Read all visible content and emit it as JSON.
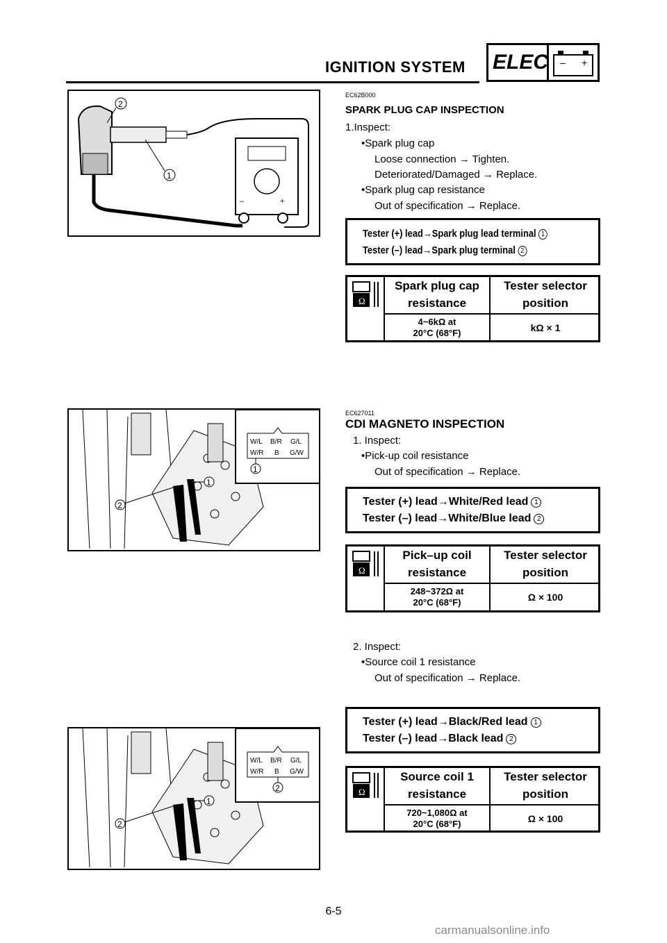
{
  "header": {
    "title": "IGNITION SYSTEM",
    "badge": "ELEC",
    "badge_minus": "–",
    "badge_plus": "+"
  },
  "spark": {
    "code": "EC62B000",
    "heading": "SPARK PLUG CAP INSPECTION",
    "step": "1.Inspect:",
    "item1": "•Spark plug cap",
    "item1_a": "Loose connection → Tighten.",
    "item1_b": "Deteriorated/Damaged → Replace.",
    "item2": "•Spark plug cap resistance",
    "item2_a": "Out of specification → Replace.",
    "tester_pos": "Tester (+) lead→Spark plug lead terminal",
    "tester_neg": "Tester (–) lead→Spark plug terminal",
    "tester_pos_num": "1",
    "tester_neg_num": "2",
    "spec_col1_l1": "Spark plug cap",
    "spec_col1_l2": "resistance",
    "spec_col2_l1": "Tester selector",
    "spec_col2_l2": "position",
    "spec_val1_l1": "4~6kΩ at",
    "spec_val1_l2": "20°C (68°F)",
    "spec_val2": "kΩ × 1",
    "fig_label_1": "1",
    "fig_label_2": "2",
    "meter_minus": "–",
    "meter_plus": "+"
  },
  "cdi": {
    "code": "EC627011",
    "heading": "CDI MAGNETO INSPECTION",
    "step1": "1.  Inspect:",
    "s1_item": "•Pick-up coil resistance",
    "s1_item_a": "Out of specification → Replace.",
    "s1_tester_pos": "Tester (+) lead→White/Red lead",
    "s1_tester_neg": "Tester (–) lead→White/Blue lead",
    "s1_pos_num": "1",
    "s1_neg_num": "2",
    "s1_col1_l1": "Pick–up coil",
    "s1_col1_l2": "resistance",
    "s1_col2_l1": "Tester selector",
    "s1_col2_l2": "position",
    "s1_val1_l1": "248~372Ω at",
    "s1_val1_l2": "20°C (68°F)",
    "s1_val2": "Ω × 100",
    "step2": "2.  Inspect:",
    "s2_item": "•Source coil 1 resistance",
    "s2_item_a": "Out of specification → Replace.",
    "s2_tester_pos": "Tester (+) lead→Black/Red lead",
    "s2_tester_neg": "Tester (–) lead→Black lead",
    "s2_pos_num": "1",
    "s2_neg_num": "2",
    "s2_col1_l1": "Source coil 1",
    "s2_col1_l2": "resistance",
    "s2_col2_l1": "Tester selector",
    "s2_col2_l2": "position",
    "s2_val1_l1": "720~1,080Ω at",
    "s2_val1_l2": "20°C (68°F)",
    "s2_val2": "Ω × 100",
    "connector": {
      "r1": [
        "W/L",
        "B/R",
        "G/L"
      ],
      "r2": [
        "W/R",
        "B",
        "G/W"
      ]
    },
    "fig_label_1": "1",
    "fig_label_2": "2"
  },
  "footer": {
    "page": "6-5",
    "watermark": "carmanualsonline.info"
  }
}
